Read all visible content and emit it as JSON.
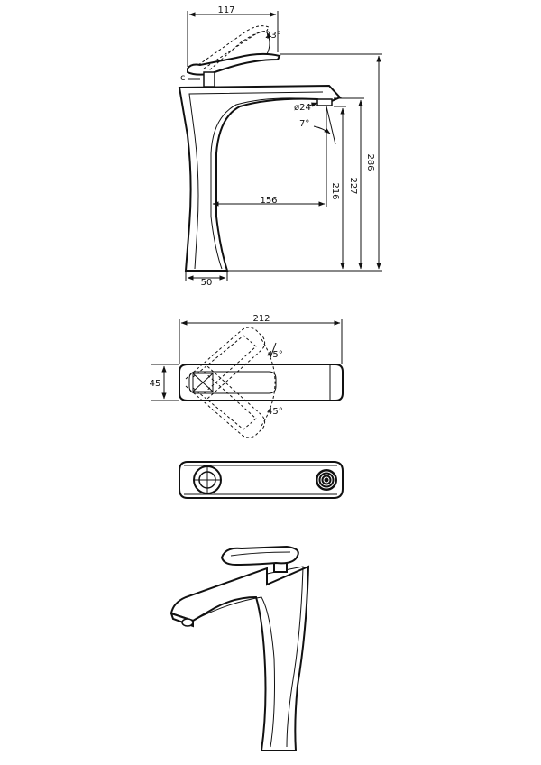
{
  "side_view": {
    "dims": {
      "handle_reach": "117",
      "handle_angle": "23°",
      "offset_c": "c",
      "outlet_dia": "ø24",
      "spout_angle": "7°",
      "spout_reach": "156",
      "outlet_height": "216",
      "spout_height": "227",
      "total_height": "286",
      "base_width": "50"
    }
  },
  "top_view": {
    "dims": {
      "total_length": "212",
      "body_width": "45",
      "rotation_up": "45°",
      "rotation_down": "45°"
    }
  }
}
